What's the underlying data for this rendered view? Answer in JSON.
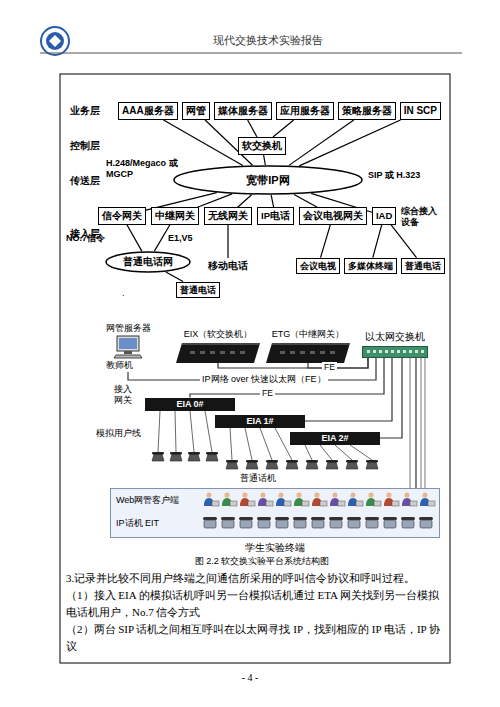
{
  "diagram": {
    "title": "现代交换技术实验报告",
    "caption": "图 2.2 软交换实验平台系统结构图",
    "nodes": [
      {
        "text": [
          "AAA服务器"
        ]
      },
      {
        "text": [
          "网管"
        ]
      },
      {
        "text": [
          "媒体服务器"
        ]
      },
      {
        "text": [
          "应用服务器"
        ]
      },
      {
        "text": [
          "策略服务器"
        ]
      },
      {
        "text": [
          "IN SCP"
        ]
      },
      {
        "text": [
          "软交换机"
        ]
      },
      {
        "text": [
          "宽带IP网"
        ]
      },
      {
        "text": [
          "信令网关"
        ]
      },
      {
        "text": [
          "中继网关"
        ]
      },
      {
        "text": [
          "无线网关"
        ]
      },
      {
        "text": [
          "IP电话"
        ]
      },
      {
        "text": [
          "会议电视网关"
        ]
      },
      {
        "text": [
          "IAD"
        ]
      },
      {
        "text": [
          "普通电话网"
        ]
      },
      {
        "text": [
          "普通电话"
        ]
      },
      {
        "text": [
          "移动电话"
        ]
      },
      {
        "text": [
          "会议电视"
        ]
      },
      {
        "text": [
          "多媒体终端"
        ]
      },
      {
        "text": [
          "普通电话"
        ]
      },
      {
        "text": [
          "网管服务器",
          "教师机"
        ]
      },
      {
        "text": [
          "EIX（软交换机）"
        ]
      },
      {
        "text": [
          "ETG（中继网关）"
        ]
      },
      {
        "text": [
          "以太网交换机"
        ]
      },
      {
        "text": [
          "EIA 0#"
        ]
      },
      {
        "text": [
          "EIA 1#"
        ]
      },
      {
        "text": [
          "EIA 2#"
        ]
      },
      {
        "text": [
          "Web网管客户端",
          "IP话机 EIT",
          "学生实验终端"
        ]
      }
    ],
    "edges": [
      {
        "from": 0,
        "to": 7,
        "arrow": "none"
      },
      {
        "from": 1,
        "to": 7,
        "arrow": "none"
      },
      {
        "from": 2,
        "to": 6,
        "arrow": "none"
      },
      {
        "from": 3,
        "to": 6,
        "arrow": "none"
      },
      {
        "from": 6,
        "to": 7,
        "arrow": "none"
      },
      {
        "from": 4,
        "to": 7,
        "arrow": "none"
      },
      {
        "from": 5,
        "to": 7,
        "arrow": "none"
      },
      {
        "from": 8,
        "to": 7,
        "arrow": "none"
      },
      {
        "from": 9,
        "to": 7,
        "arrow": "none"
      },
      {
        "from": 10,
        "to": 7,
        "arrow": "none"
      },
      {
        "from": 11,
        "to": 7,
        "arrow": "none"
      },
      {
        "from": 12,
        "to": 7,
        "arrow": "none"
      },
      {
        "from": 13,
        "to": 7,
        "arrow": "none"
      },
      {
        "from": 8,
        "to": 14,
        "arrow": "none"
      },
      {
        "from": 9,
        "to": 14,
        "arrow": "none"
      },
      {
        "from": 14,
        "to": 15,
        "arrow": "none"
      },
      {
        "from": 10,
        "to": 16,
        "arrow": "none"
      },
      {
        "from": 12,
        "to": 17,
        "arrow": "none"
      },
      {
        "from": 13,
        "to": 18,
        "arrow": "none"
      },
      {
        "from": 13,
        "to": 19,
        "arrow": "none"
      },
      {
        "from": 21,
        "to": 23,
        "arrow": "none"
      },
      {
        "from": 22,
        "to": 23,
        "arrow": "none"
      },
      {
        "from": 20,
        "to": 23,
        "arrow": "none"
      },
      {
        "from": 24,
        "to": 23,
        "arrow": "none"
      },
      {
        "from": 25,
        "to": 23,
        "arrow": "none"
      },
      {
        "from": 26,
        "to": 23,
        "arrow": "none"
      },
      {
        "from": 23,
        "to": 27,
        "arrow": "none"
      }
    ],
    "labels": [
      "业务层",
      "控制层",
      "传送层",
      "接入层",
      "H.248/Megaco 或 MGCP",
      "SIP 或 H.323",
      "综合接入设备",
      "NO.7信令",
      "E1,V5",
      ".",
      "FE",
      "IP网络 over 快速以太网（FE）",
      "FE",
      "接入网关",
      "模拟用户线",
      "普通话机",
      "3.记录并比较不同用户终端之间通信所采用的呼叫信令协议和呼叫过程。",
      "（1）接入 EIA 的模拟话机呼叫另一台模拟话机通过 ETA 网关找到另一台模拟电话机用户，No.7 信令方式",
      "（2）两台 SIP 话机之间相互呼叫在以太网寻找 IP，找到相应的 IP 电话，IP 协议",
      "- 4 -"
    ]
  }
}
